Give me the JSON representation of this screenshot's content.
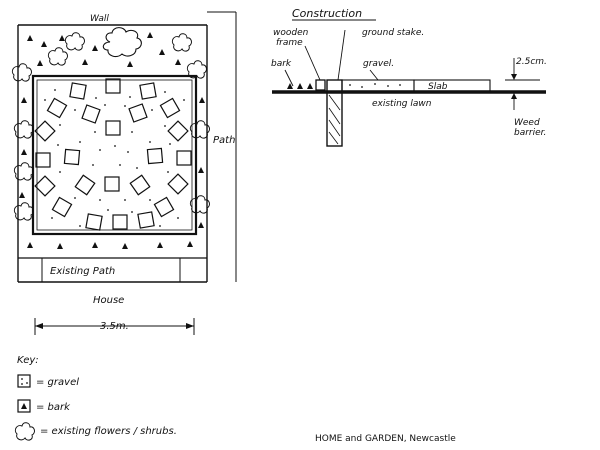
{
  "plan": {
    "wall_label": "Wall",
    "path_side_label": "Path",
    "existing_path_label": "Existing Path",
    "house_label": "House"
  },
  "dimension": {
    "width_label": "3.5m."
  },
  "construction": {
    "title": "Construction",
    "wooden_frame_line1": "wooden",
    "wooden_frame_line2": "frame",
    "ground_stake": "ground stake.",
    "bark": "bark",
    "gravel": "gravel.",
    "depth": "2.5cm.",
    "slab": "Slab",
    "existing_lawn": "existing lawn",
    "weed_barrier_line1": "Weed",
    "weed_barrier_line2": "barrier."
  },
  "key": {
    "title": "Key:",
    "items": [
      {
        "icon": "gravel-swatch-icon",
        "text": "= gravel"
      },
      {
        "icon": "bark-swatch-icon",
        "text": "= bark"
      },
      {
        "icon": "shrub-swatch-icon",
        "text": "= existing flowers / shrubs."
      }
    ]
  },
  "footer": {
    "credit": "HOME and GARDEN, Newcastle"
  },
  "colors": {
    "ink": "#111111",
    "paper": "#ffffff"
  }
}
